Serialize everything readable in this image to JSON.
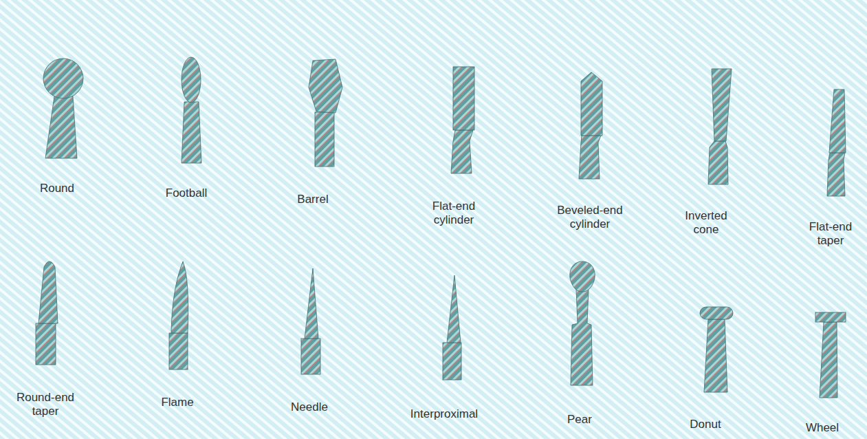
{
  "diagram": {
    "labels": [
      "Round",
      "Football",
      "Barrel",
      "Flat-end cylinder",
      "Beveled-end cylinder",
      "Inverted cone",
      "Flat-end taper",
      "Round-end taper",
      "Flame",
      "Needle",
      "Interproximal",
      "Pear",
      "Donut",
      "Wheel"
    ]
  }
}
